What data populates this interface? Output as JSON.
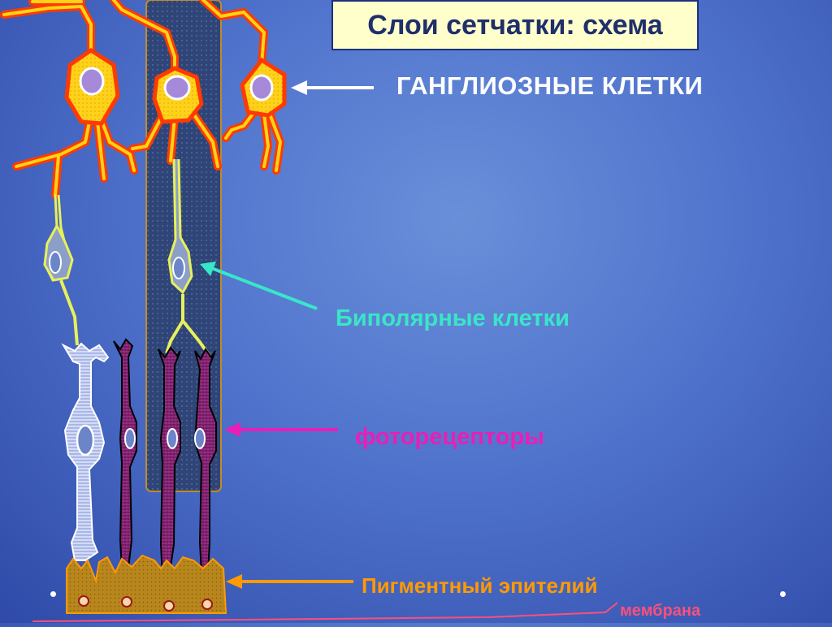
{
  "title": "Слои сетчатки: схема",
  "labels": {
    "ganglion": "ГАНГЛИОЗНЫЕ КЛЕТКИ",
    "bipolar": "Биполярные клетки",
    "photoreceptors": "фоторецепторы",
    "pigment": "Пигментный эпителий",
    "membrane": "мембрана"
  },
  "colors": {
    "background": "#4f73cc",
    "ganglion_cell": "#ffd21a",
    "ganglion_outline": "#ff3a00",
    "bipolar_outline": "#e8f05a",
    "cone": "#a9b7e8",
    "rod": "#7a1f6a",
    "pigment": "#b7861d",
    "arrow_ganglion": "#ffffff",
    "arrow_bipolar": "#39e6c8",
    "arrow_photoreceptor": "#e81fb6",
    "arrow_pigment": "#ff9a00",
    "membrane_line": "#ff4f7a"
  }
}
